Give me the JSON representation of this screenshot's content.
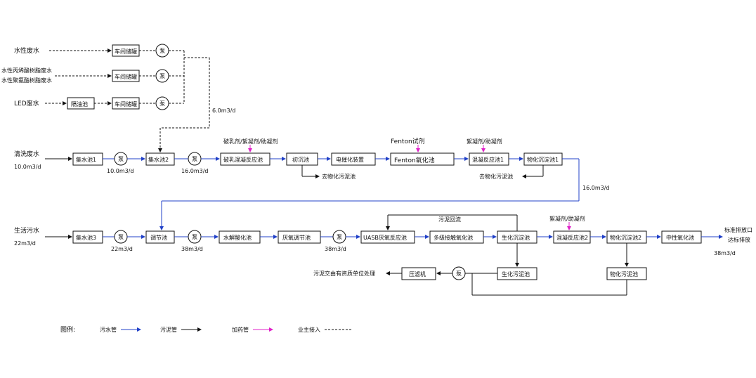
{
  "sources": {
    "s1": "水性废水",
    "s2a": "水性丙烯酸树脂废水",
    "s2b": "水性聚氨酯树脂废水",
    "s3": "LED废水",
    "clean": "清洗废水",
    "clean_flow": "10.0m3/d",
    "living": "生活污水",
    "living_flow": "22m3/d"
  },
  "top": {
    "tank1": "车间储罐",
    "tank2": "车间储罐",
    "tank3": "车间储罐",
    "oil": "隔油池",
    "pump": "泵",
    "flow_6": "6.0m3/d"
  },
  "row1": {
    "b1": "集水池1",
    "b2": "集水池2",
    "b3": "破乳混凝反应池",
    "b4": "初沉池",
    "b5": "电催化装置",
    "b6": "Fenton氧化池",
    "b7": "混凝反应池1",
    "b8": "物化沉淀池1",
    "f1": "10.0m3/d",
    "f2": "16.0m3/d",
    "f3": "16.0m3/d",
    "sludge1": "去物化污泥池",
    "sludge2": "去物化污泥池",
    "dose1": "破乳剂/絮凝剂/助凝剂",
    "dose2": "Fenton试剂",
    "dose3": "絮凝剂/助凝剂"
  },
  "row2": {
    "b1": "集水池3",
    "b2": "调节池",
    "b3": "水解酸化池",
    "b4": "厌氧调节池",
    "b5": "UASB厌氧反应池",
    "b6": "多级接触氧化池",
    "b7": "生化沉淀池",
    "b8": "混凝反应池2",
    "b9": "物化沉淀池2",
    "b10": "中性氧化池",
    "f1": "22m3/d",
    "f2": "38m3/d",
    "f3": "38m3/d",
    "f4": "38m3/d",
    "return": "污泥回流",
    "dose": "絮凝剂/助凝剂",
    "out1": "标准排放口",
    "out2": "达标排放"
  },
  "row3": {
    "bio_sludge": "生化污泥池",
    "phys_sludge": "物化污泥池",
    "press": "压滤机",
    "dispose": "污泥交由有资质单位处理"
  },
  "legend": {
    "title": "图例:",
    "water": "污水管",
    "sludge": "污泥管",
    "dosing": "加药管",
    "owner": "业主接入"
  },
  "colors": {
    "water": "#2040c8",
    "sludge": "#111111",
    "dosing": "#e020c8"
  }
}
